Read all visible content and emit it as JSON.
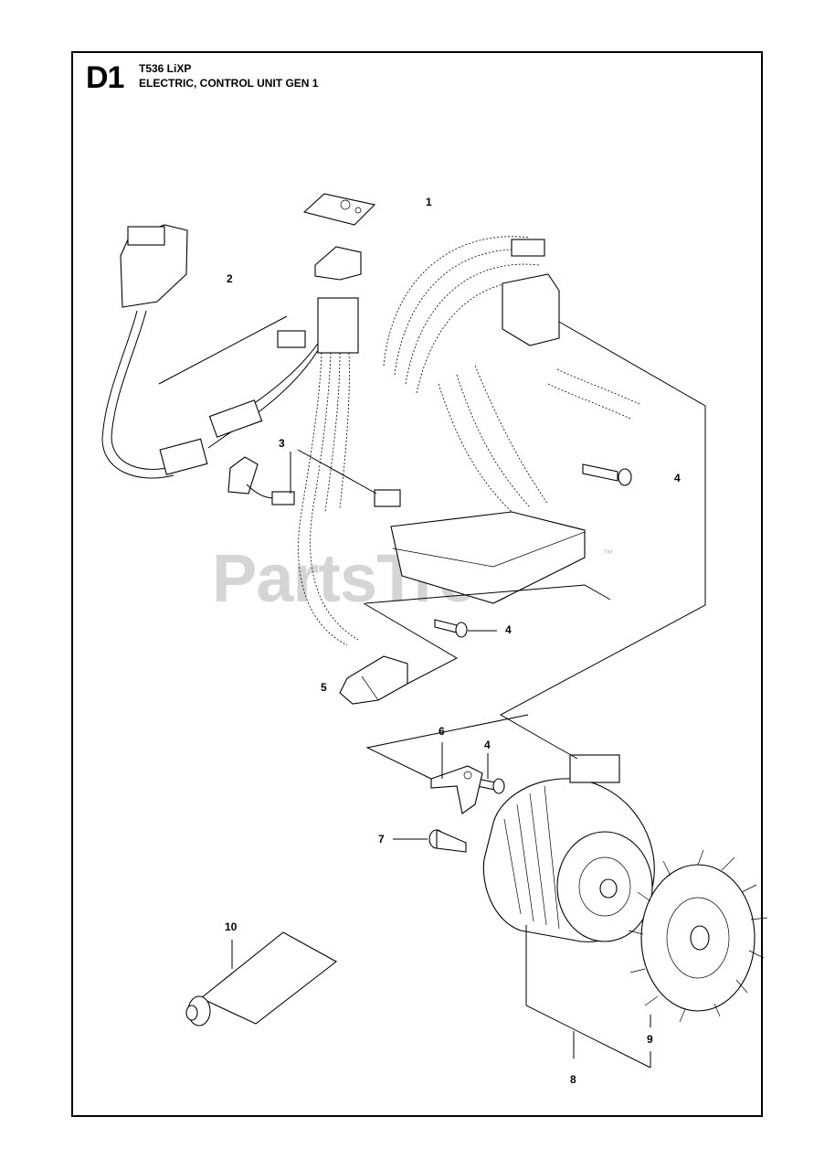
{
  "header": {
    "section_code": "D1",
    "model": "T536 LiXP",
    "title": "ELECTRIC, CONTROL UNIT GEN 1"
  },
  "watermark": {
    "text": "PartsTree",
    "trademark": "™"
  },
  "callouts": {
    "c1": "1",
    "c2": "2",
    "c3": "3",
    "c4a": "4",
    "c4b": "4",
    "c4c": "4",
    "c5": "5",
    "c6": "6",
    "c7": "7",
    "c8": "8",
    "c9": "9",
    "c10": "10"
  }
}
